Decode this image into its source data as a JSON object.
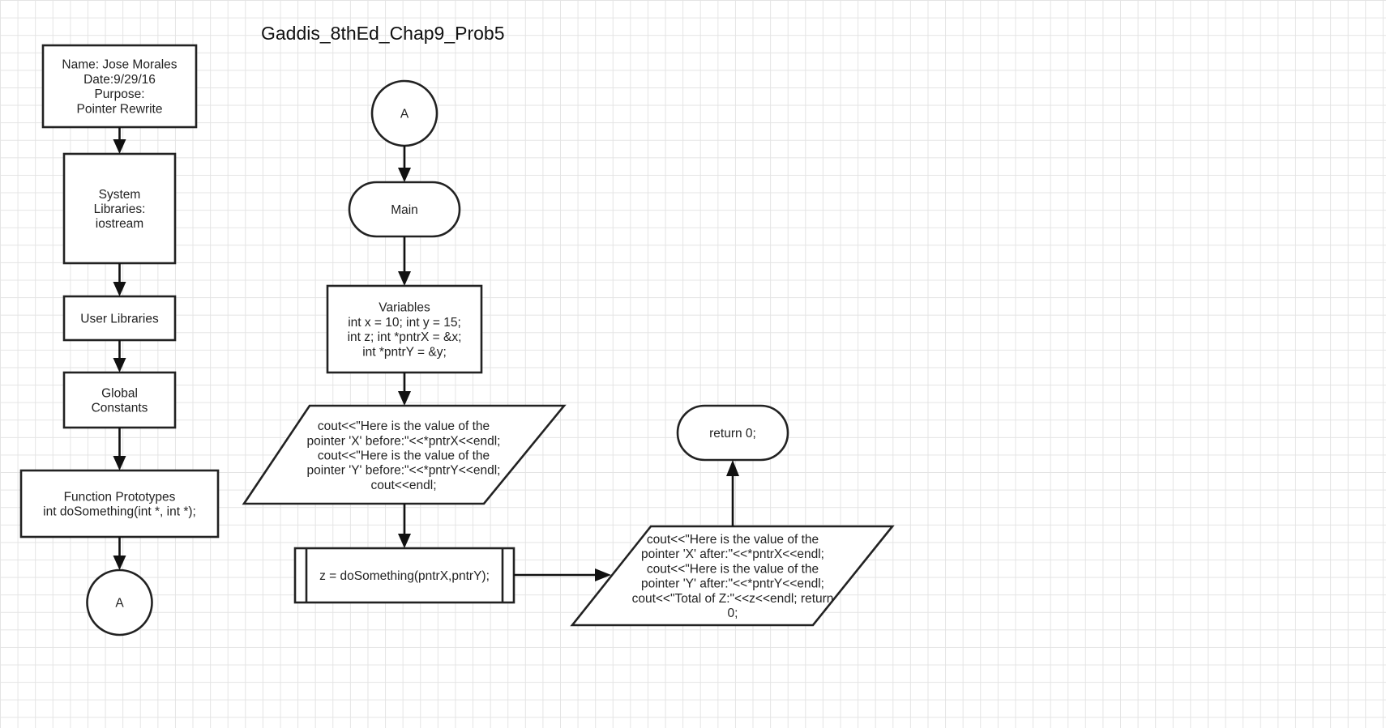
{
  "title": "Gaddis_8thEd_Chap9_Prob5",
  "colors": {
    "background": "#ffffff",
    "grid": "#e4e4e4",
    "stroke": "#222222",
    "arrow": "#111111",
    "text": "#222222"
  },
  "nodes": {
    "header": {
      "lines": [
        "Name: Jose Morales",
        "Date:9/29/16",
        "Purpose:",
        "Pointer Rewrite"
      ]
    },
    "system_libraries": {
      "lines": [
        "System",
        "Libraries:",
        "iostream"
      ]
    },
    "user_libraries": {
      "lines": [
        "User Libraries"
      ]
    },
    "global_constants": {
      "lines": [
        "Global",
        "Constants"
      ]
    },
    "function_prototypes": {
      "lines": [
        "Function Prototypes",
        "int doSomething(int *, int *);"
      ]
    },
    "connector_a_bottom": {
      "lines": [
        "A"
      ]
    },
    "connector_a_top": {
      "lines": [
        "A"
      ]
    },
    "main": {
      "lines": [
        "Main"
      ]
    },
    "variables": {
      "lines": [
        "Variables",
        "int x = 10; int y = 15;",
        "int z; int *pntrX = &x;",
        "int *pntrY = &y;"
      ]
    },
    "output_before": {
      "lines": [
        "cout<<\"Here is the value of the",
        "pointer 'X' before:\"<<*pntrX<<endl;",
        "cout<<\"Here is the value of the",
        "pointer 'Y' before:\"<<*pntrY<<endl;",
        "cout<<endl;"
      ]
    },
    "call_do_something": {
      "lines": [
        "z = doSomething(pntrX,pntrY);"
      ]
    },
    "output_after": {
      "lines": [
        "cout<<\"Here is the value of the",
        "pointer 'X' after:\"<<*pntrX<<endl;",
        "cout<<\"Here is the value of the",
        "pointer 'Y' after:\"<<*pntrY<<endl;",
        "cout<<\"Total of Z:\"<<z<<endl; return",
        "0;"
      ]
    },
    "return_zero": {
      "lines": [
        "return 0;"
      ]
    }
  }
}
